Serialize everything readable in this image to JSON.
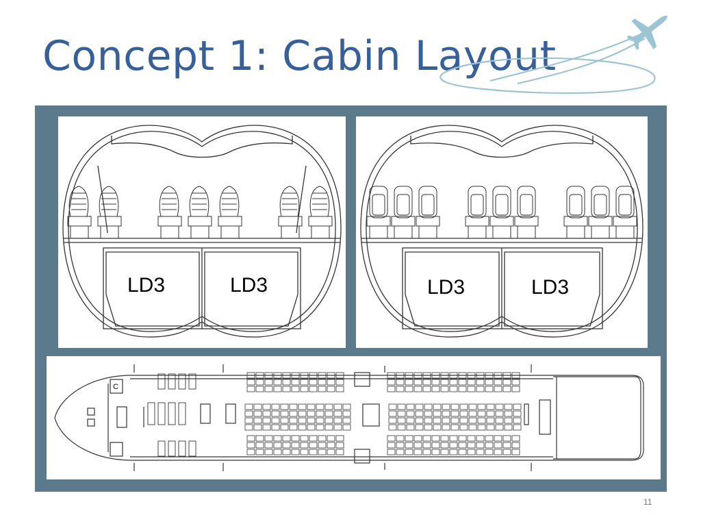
{
  "slide": {
    "title": "Concept 1: Cabin Layout",
    "page_number": "11"
  },
  "colors": {
    "title": "#37609a",
    "frame": "#5b7a8b",
    "logo_line": "#9cc4d4",
    "drawing": "#333333"
  },
  "icons": {
    "logo": "airplane-swoosh-logo"
  },
  "section_a": {
    "cargo_labels": [
      "LD3",
      "LD3"
    ],
    "seat_groups": [
      2,
      3,
      2
    ]
  },
  "section_b": {
    "cargo_labels": [
      "LD3",
      "LD3"
    ],
    "seat_groups": [
      3,
      3,
      3
    ]
  },
  "floor_plan": {
    "galley_label": "C"
  }
}
